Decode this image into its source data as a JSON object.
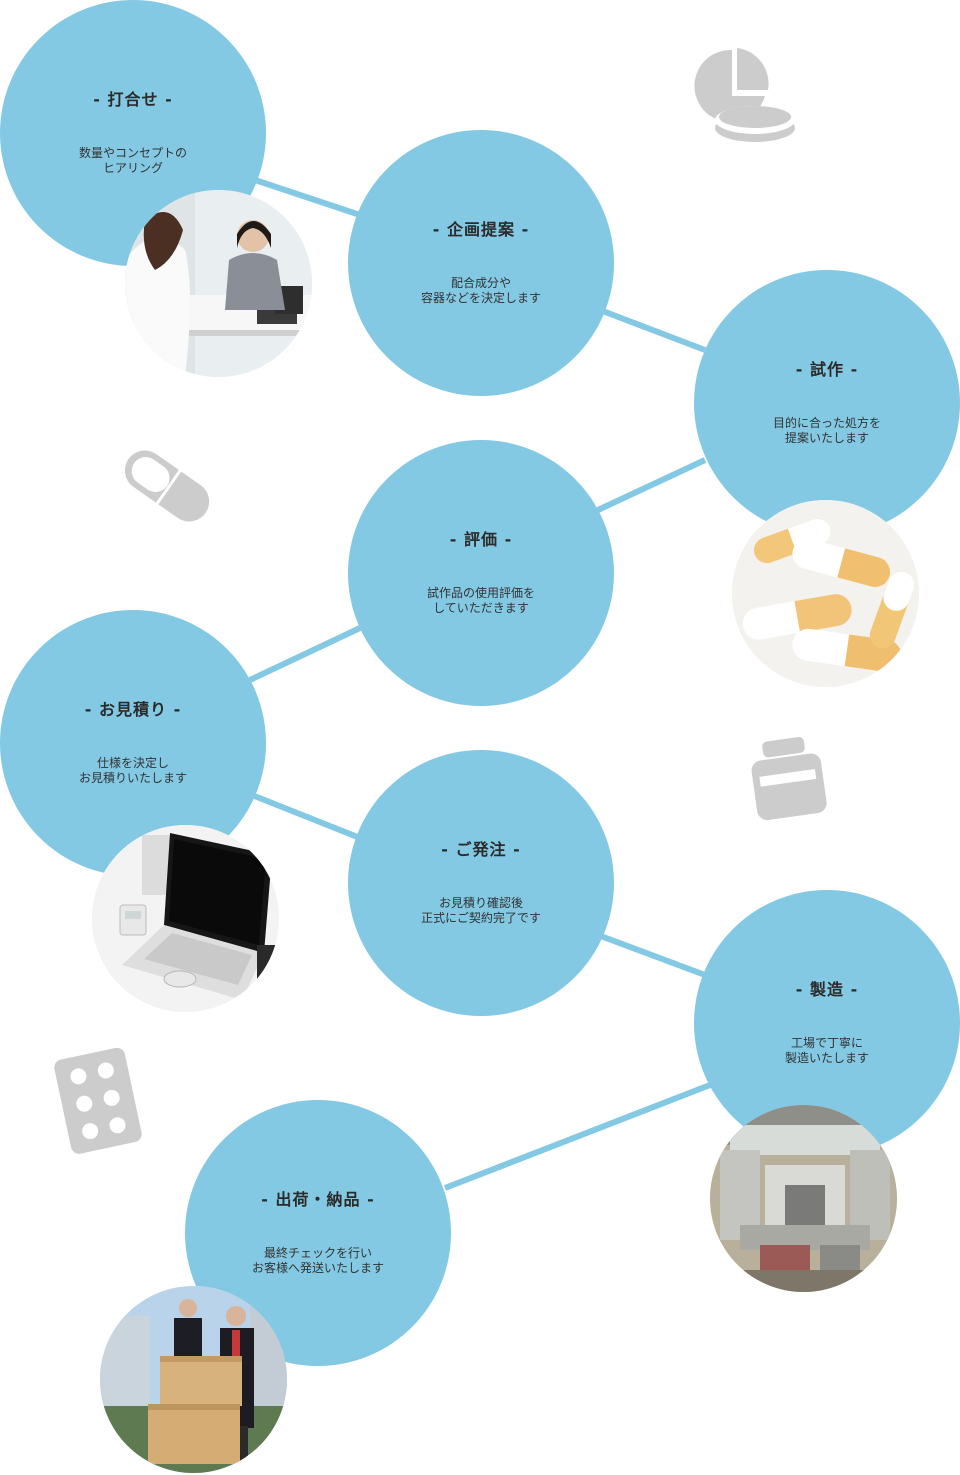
{
  "steps": [
    {
      "title": "- 打合せ -",
      "desc": "数量やコンセプトの\nヒアリング",
      "photo": "meeting-photo"
    },
    {
      "title": "- 企画提案 -",
      "desc": "配合成分や\n容器などを決定します"
    },
    {
      "title": "- 試作 -",
      "desc": "目的に合った処方を\n提案いたします",
      "photo": "capsules-photo"
    },
    {
      "title": "- 評価 -",
      "desc": "試作品の使用評価を\nしていただきます"
    },
    {
      "title": "- お見積り -",
      "desc": "仕様を決定し\nお見積りいたします",
      "photo": "laptop-photo"
    },
    {
      "title": "- ご発注 -",
      "desc": "お見積り確認後\n正式にご契約完了です"
    },
    {
      "title": "- 製造 -",
      "desc": "工場で丁寧に\n製造いたします",
      "photo": "factory-machine-photo"
    },
    {
      "title": "- 出荷・納品 -",
      "desc": "最終チェックを行い\nお客様へ発送いたします",
      "photo": "delivery-photo"
    }
  ],
  "colors": {
    "circle": "#83c9e3",
    "connector": "#83c9e3",
    "icon_gray": "#cccccc"
  },
  "decorations": [
    "tablets-icon",
    "capsule-icon",
    "jar-icon",
    "blister-pack-icon"
  ]
}
